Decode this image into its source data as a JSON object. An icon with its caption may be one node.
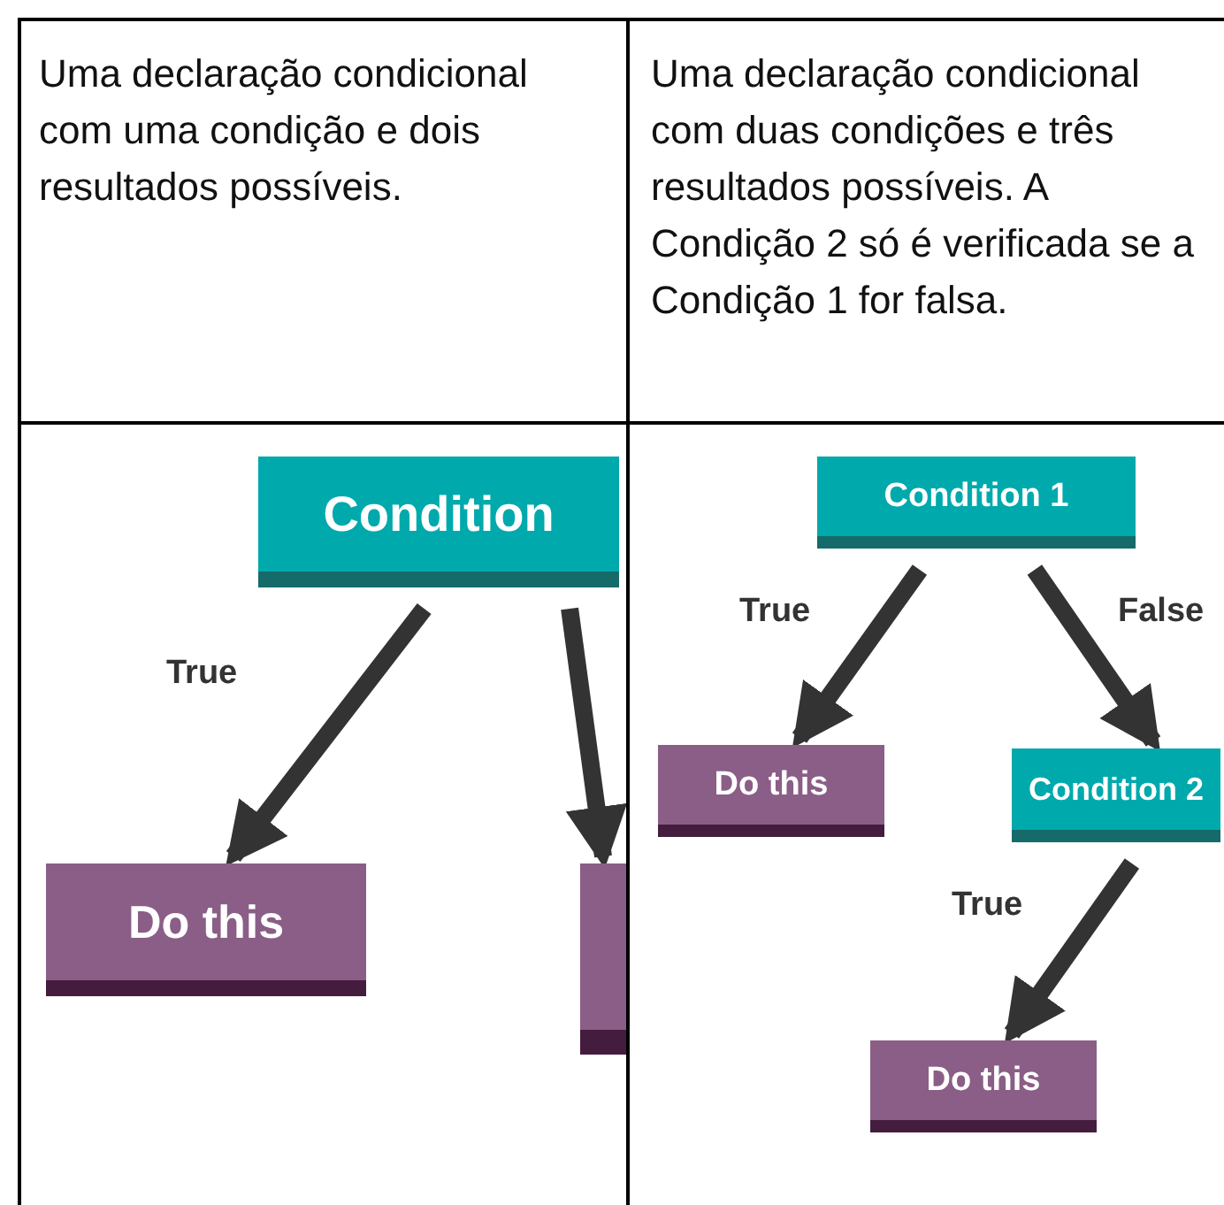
{
  "diagram": {
    "nodes": [
      {
        "text": [
          "Condition"
        ]
      },
      {
        "text": [
          "Do this"
        ]
      },
      {
        "text": [],
        "shape": "box"
      },
      {
        "text": [
          "Condition 1"
        ]
      },
      {
        "text": [
          "Do this"
        ]
      },
      {
        "text": [
          "Condition 2"
        ]
      },
      {
        "text": [
          "Do this"
        ]
      }
    ],
    "edges": [
      {
        "from": 0,
        "to": 1,
        "arrow": "to",
        "label": "True"
      },
      {
        "from": 0,
        "to": 2,
        "arrow": "to"
      },
      {
        "from": 3,
        "to": 4,
        "arrow": "to",
        "label": "True"
      },
      {
        "from": 3,
        "to": 5,
        "arrow": "to",
        "label": "False"
      },
      {
        "from": 5,
        "to": 6,
        "arrow": "to",
        "label": "True"
      }
    ],
    "labels": [
      "Uma declaração condicional com uma condição e dois resultados possíveis.",
      "Uma declaração condicional com duas condições e três resultados possíveis. A Condição 2 só é verificada se a Condição 1 for falsa."
    ]
  }
}
